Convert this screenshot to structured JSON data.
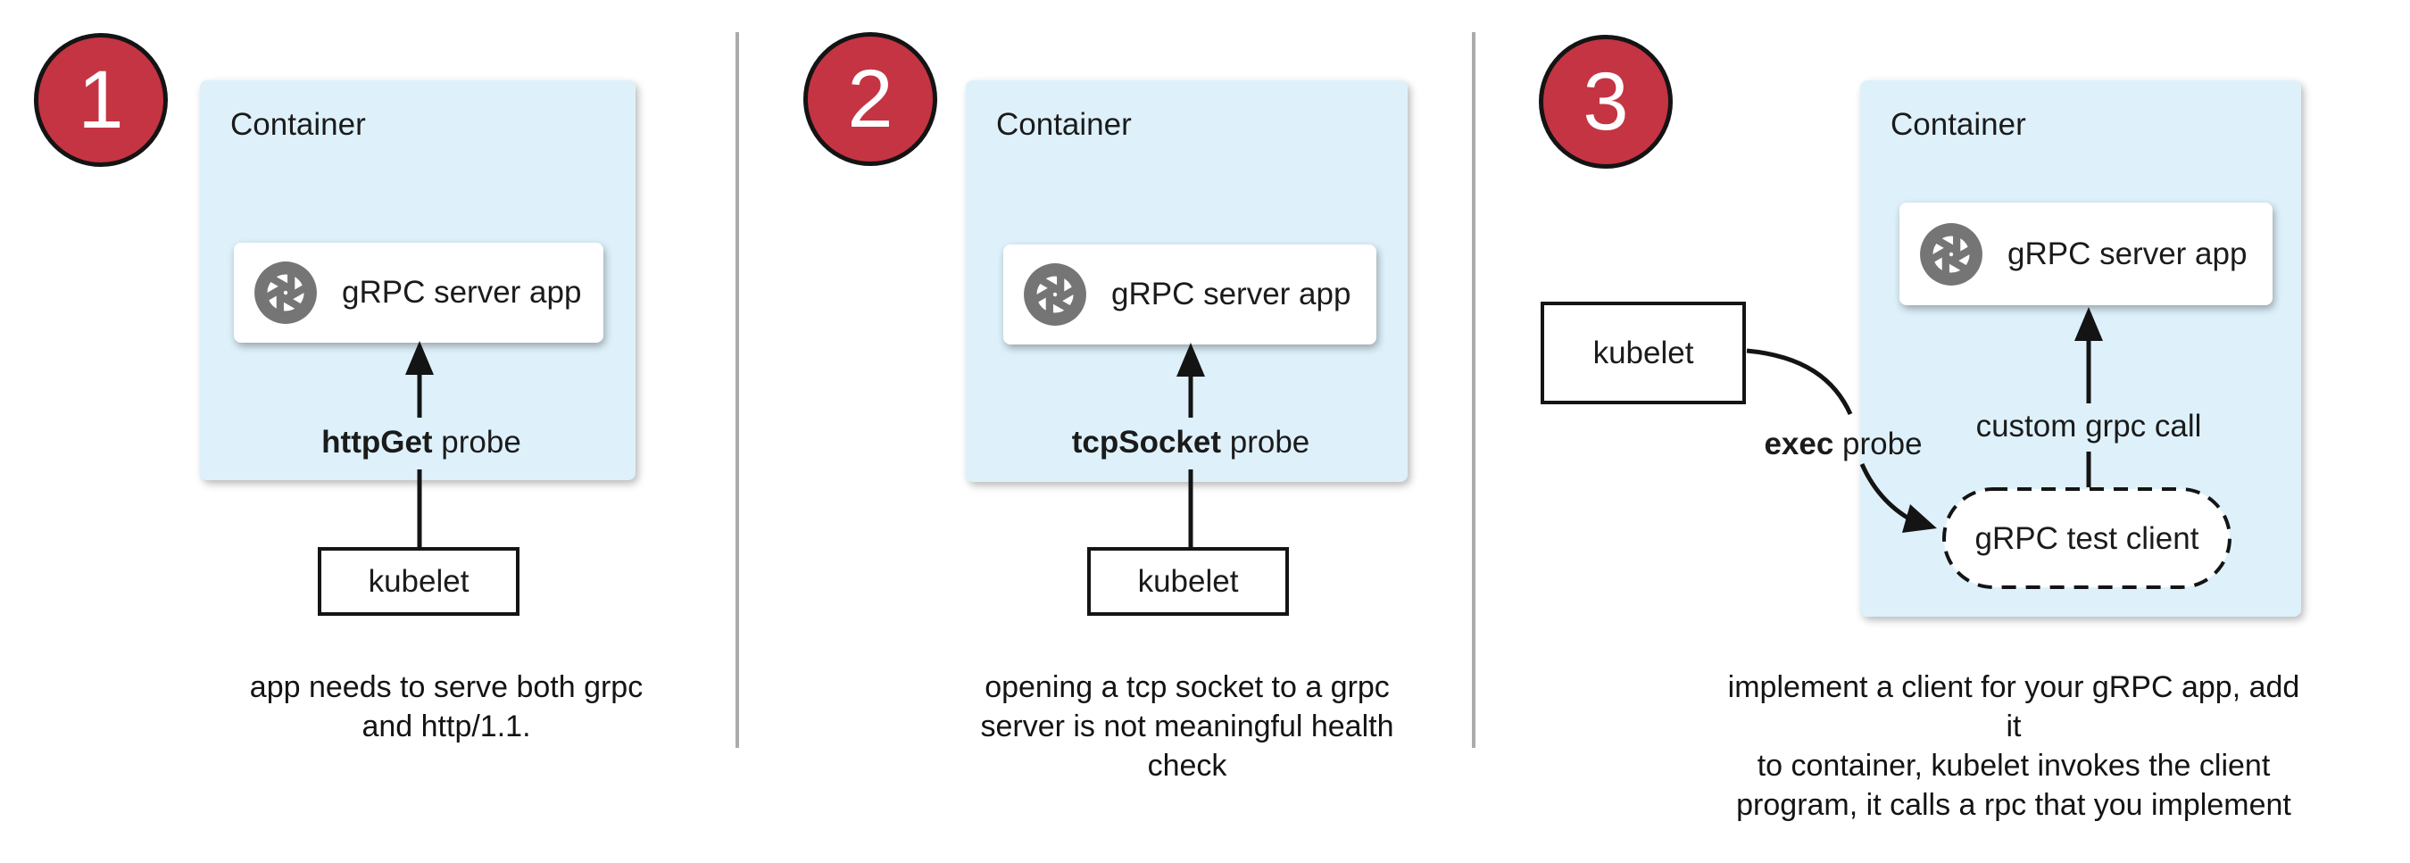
{
  "diagram": {
    "colors": {
      "badge_red": "#c53443",
      "container_blue": "#def1fb",
      "icon_gray": "#757575",
      "divider_gray": "#ababab"
    },
    "panels": [
      {
        "number": "1",
        "container_label": "Container",
        "server_app_label": "gRPC server app",
        "probe_label_bold": "httpGet",
        "probe_label_rest": " probe",
        "kubelet_label": "kubelet",
        "caption_lines": [
          "app needs to serve both grpc",
          "and http/1.1."
        ]
      },
      {
        "number": "2",
        "container_label": "Container",
        "server_app_label": "gRPC server app",
        "probe_label_bold": "tcpSocket",
        "probe_label_rest": " probe",
        "kubelet_label": "kubelet",
        "caption_lines": [
          "opening a tcp socket to a grpc",
          "server is not meaningful health",
          "check"
        ]
      },
      {
        "number": "3",
        "container_label": "Container",
        "server_app_label": "gRPC server app",
        "probe_label_bold": "exec",
        "probe_label_rest": " probe",
        "kubelet_label": "kubelet",
        "custom_call_label": "custom grpc call",
        "test_client_label": "gRPC test client",
        "caption_lines": [
          "implement a client for your gRPC app, add it",
          "to container, kubelet invokes the client",
          "program, it calls a rpc that you implement"
        ]
      }
    ]
  }
}
